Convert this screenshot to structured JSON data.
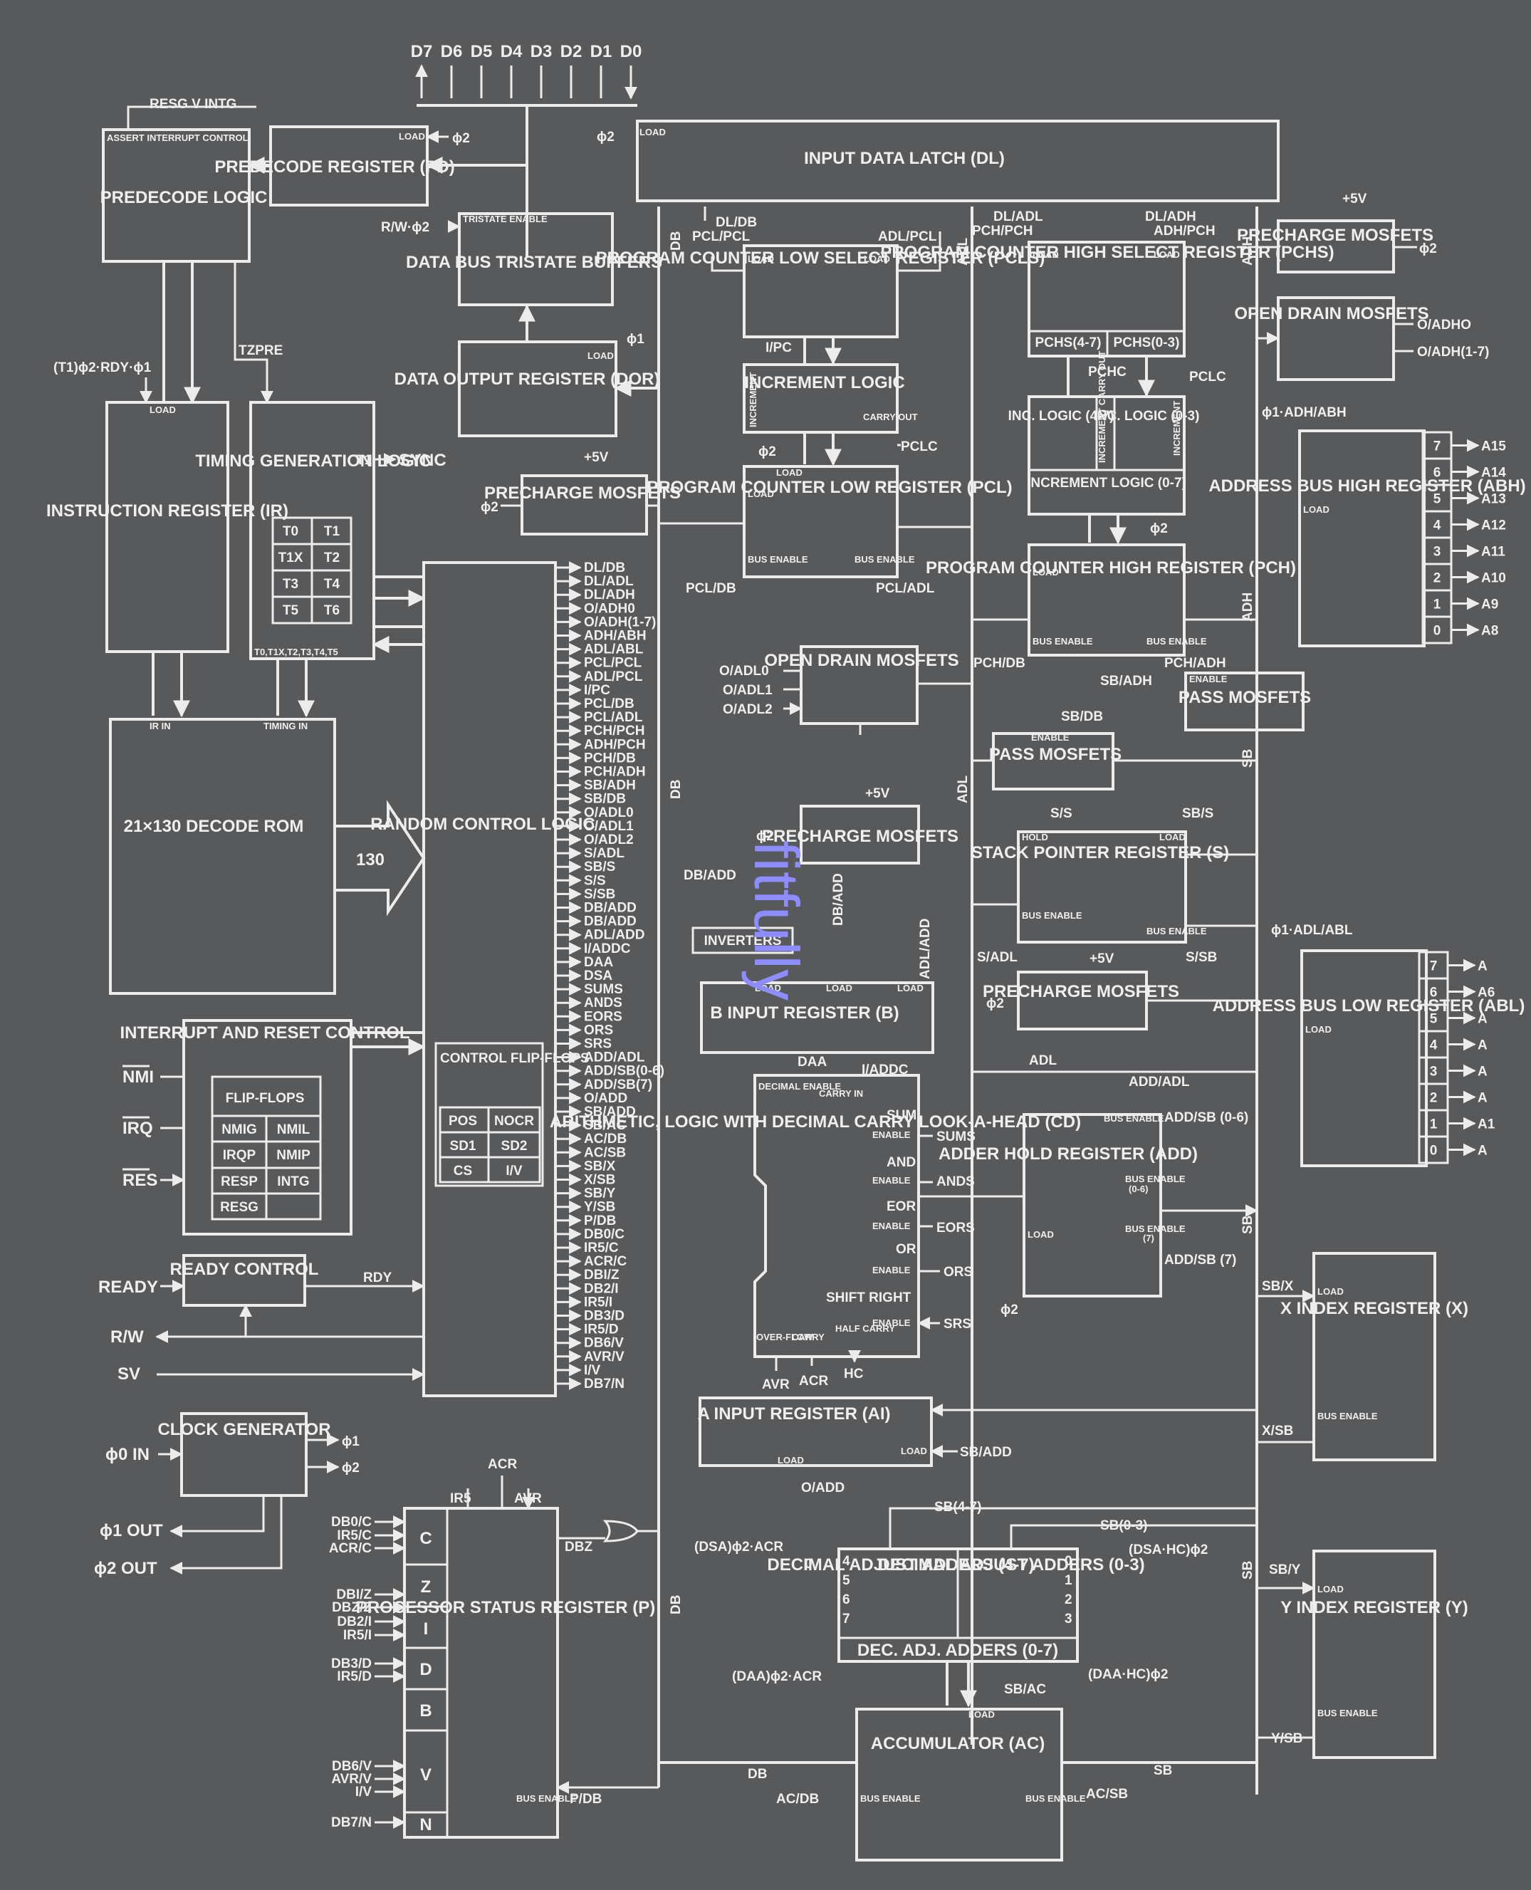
{
  "data_pins": [
    "D7",
    "D6",
    "D5",
    "D4",
    "D3",
    "D2",
    "D1",
    "D0"
  ],
  "top_signals": {
    "resg_intg": "RESG V INTG",
    "load": "LOAD",
    "phi2": "ϕ2"
  },
  "blocks": {
    "predecode_logic": {
      "label": "PREDECODE LOGIC",
      "sub": "ASSERT INTERRUPT CONTROL"
    },
    "predecode_register": {
      "label": "PREDECODE REGISTER (PD)"
    },
    "data_bus_tristate": {
      "label": "DATA BUS TRISTATE BUFFERS",
      "sub": "TRISTATE ENABLE"
    },
    "data_output_register": {
      "label": "DATA OUTPUT REGISTER (DOR)"
    },
    "input_data_latch": {
      "label": "INPUT DATA LATCH (DL)"
    },
    "instruction_register": {
      "label": "INSTRUCTION REGISTER (IR)"
    },
    "timing_generation": {
      "label": "TIMING GENERATION LOGIC",
      "cells": [
        "T0",
        "T1",
        "T1X",
        "T2",
        "T3",
        "T4",
        "T5",
        "T6"
      ],
      "foot": "T0,T1X,T2,T3,T4,T5"
    },
    "decode_rom": {
      "label": "21×130 DECODE ROM",
      "ir_in": "IR IN",
      "timing_in": "TIMING IN",
      "out": "130"
    },
    "random_control": {
      "label": "RANDOM CONTROL LOGIC"
    },
    "control_flipflops": {
      "label": "CONTROL FLIP-FLOPS",
      "cells": [
        "POS",
        "NOCR",
        "SD1",
        "SD2",
        "CS",
        "I/V"
      ]
    },
    "interrupt_reset": {
      "label": "INTERRUPT AND RESET CONTROL",
      "sub": "FLIP-FLOPS",
      "cells": [
        "NMIG",
        "NMIL",
        "IRQP",
        "NMIP",
        "RESP",
        "INTG",
        "RESG"
      ]
    },
    "ready_control": {
      "label": "READY CONTROL",
      "rdy": "RDY"
    },
    "clock_generator": {
      "label": "CLOCK GENERATOR"
    },
    "precharge_left": {
      "label": "PRECHARGE MOSFETS"
    },
    "pcls": {
      "label": "PROGRAM COUNTER LOW SELECT REGISTER (PCLS)"
    },
    "inc_low": {
      "label": "INCREMENT LOGIC",
      "side": "INCREMENT",
      "carry": "CARRY OUT"
    },
    "pcl": {
      "label": "PROGRAM COUNTER LOW REGISTER (PCL)"
    },
    "pchs": {
      "label": "PROGRAM COUNTER HIGH SELECT REGISTER (PCHS)",
      "left": "PCHS(4-7)",
      "right": "PCHS(0-3)"
    },
    "inc_high": {
      "a": "INC. LOGIC (4-7)",
      "b": "INC. LOGIC (0-3)",
      "mid": "INCREMENT CARRY OUT",
      "side": "INCREMENT",
      "full": "INCREMENT LOGIC (0-7)"
    },
    "pch": {
      "label": "PROGRAM COUNTER HIGH REGISTER (PCH)"
    },
    "precharge_tr": {
      "label": "PRECHARGE MOSFETS"
    },
    "open_drain_tr": {
      "label": "OPEN DRAIN MOSFETS"
    },
    "abh": {
      "label": "ADDRESS BUS HIGH REGISTER (ABH)",
      "bits": [
        "7",
        "6",
        "5",
        "4",
        "3",
        "2",
        "1",
        "0"
      ],
      "pins": [
        "A15",
        "A14",
        "A13",
        "A12",
        "A11",
        "A10",
        "A9",
        "A8"
      ]
    },
    "open_drain_mid": {
      "label": "OPEN DRAIN MOSFETS"
    },
    "pass_right": {
      "label": "PASS MOSFETS"
    },
    "pass_mid": {
      "label": "PASS MOSFETS"
    },
    "precharge_mid": {
      "label": "PRECHARGE MOSFETS"
    },
    "stack_pointer": {
      "label": "STACK POINTER REGISTER (S)"
    },
    "precharge_lower": {
      "label": "PRECHARGE MOSFETS"
    },
    "abl": {
      "label": "ADDRESS BUS LOW REGISTER (ABL)",
      "bits": [
        "7",
        "6",
        "5",
        "4",
        "3",
        "2",
        "1",
        "0"
      ],
      "pins": [
        "A",
        "A6",
        "A",
        "A",
        "A",
        "A",
        "A1",
        "A"
      ]
    },
    "inverters": {
      "label": "INVERTERS"
    },
    "b_input": {
      "label": "B INPUT REGISTER (B)"
    },
    "alu": {
      "label": "ARITHMETIC, LOGIC WITH DECIMAL CARRY LOOK-A-HEAD (CD)"
    },
    "adder_hold": {
      "label": "ADDER HOLD REGISTER (ADD)"
    },
    "x_index": {
      "label": "X INDEX REGISTER (X)"
    },
    "a_input": {
      "label": "A INPUT REGISTER (AI)"
    },
    "processor_status": {
      "label": "PROCESSOR STATUS REGISTER (P)",
      "flags": [
        "C",
        "Z",
        "I",
        "D",
        "B",
        "V",
        "N"
      ]
    },
    "decimal_adjust": {
      "left": "DECIMAL ADJUST ADDERS (4-7)",
      "right": "DECIMAL ADJUST ADDERS (0-3)",
      "bottom": "DEC. ADJ. ADDERS (0-7)"
    },
    "y_index": {
      "label": "Y INDEX REGISTER (Y)"
    },
    "accumulator": {
      "label": "ACCUMULATOR (AC)"
    }
  },
  "control_lines": [
    "DL/DB",
    "DL/ADL",
    "DL/ADH",
    "O/ADH0",
    "O/ADH(1-7)",
    "ADH/ABH",
    "ADL/ABL",
    "PCL/PCL",
    "ADL/PCL",
    "I/PC",
    "PCL/DB",
    "PCL/ADL",
    "PCH/PCH",
    "ADH/PCH",
    "PCH/DB",
    "PCH/ADH",
    "SB/ADH",
    "SB/DB",
    "O/ADL0",
    "O/ADL1",
    "O/ADL2",
    "S/ADL",
    "SB/S",
    "S/S",
    "S/SB",
    "DB/ADD",
    "DB/ADD",
    "ADL/ADD",
    "I/ADDC",
    "DAA",
    "DSA",
    "SUMS",
    "ANDS",
    "EORS",
    "ORS",
    "SRS",
    "ADD/ADL",
    "ADD/SB(0-6)",
    "ADD/SB(7)",
    "O/ADD",
    "SB/ADD",
    "SB/AC",
    "AC/DB",
    "AC/SB",
    "SB/X",
    "X/SB",
    "SB/Y",
    "Y/SB",
    "P/DB",
    "DB0/C",
    "IR5/C",
    "ACR/C",
    "DBI/Z",
    "DB2/I",
    "IR5/I",
    "DB3/D",
    "IR5/D",
    "DB6/V",
    "AVR/V",
    "I/V",
    "DB7/N"
  ],
  "external": {
    "nmi": "NMI",
    "irq": "IRQ",
    "res": "RES",
    "ready": "READY",
    "rw": "R/W",
    "sv": "SV",
    "phi0_in": "ϕ0 IN",
    "phi1_out": "ϕ1 OUT",
    "phi2_out": "ϕ2 OUT",
    "sync": "SYNC",
    "t1": "T1"
  },
  "labels": {
    "tzpre": "TZPRE",
    "t1_rdy": "(T1)ϕ2·RDY·ϕ1",
    "rw_phi2": "R/W·ϕ2",
    "phi1": "ϕ1",
    "phi2": "ϕ2",
    "plus5v": "+5V",
    "db": "DB",
    "adl": "ADL",
    "adh": "ADH",
    "sb": "SB",
    "bus_enable": "BUS ENABLE",
    "load": "LOAD",
    "hold": "HOLD",
    "enable": "ENABLE",
    "pchc": "PCHC",
    "pclc": "PCLC",
    "carry_in": "CARRY IN",
    "decimal_enable": "DECIMAL ENABLE",
    "avr": "AVR",
    "acr": "ACR",
    "hc": "HC",
    "ir5": "IR5",
    "dbz": "DBZ",
    "phi1_adh_abh": "ϕ1·ADH/ABH",
    "phi1_adl_abl": "ϕ1·ADL/ABL",
    "o_adh0": "O/ADHO",
    "o_adh17": "O/ADH(1-7)",
    "sb47": "SB(4-7)",
    "sb03": "SB(0-3)",
    "dsa_acr": "(DSA)ϕ2·ACR",
    "dsa_hc": "(DSA·HC)ϕ2",
    "daa_acr": "(DAA)ϕ2·ACR",
    "daa_hc": "(DAA·HC)ϕ2",
    "pchs_load": "LOAD",
    "dl_db": "DL/DB",
    "dl_adl": "DL/ADL",
    "dl_adh": "DL/ADH",
    "pcl_pcl": "PCL/PCL",
    "adl_pcl": "ADL/PCL",
    "pch_pch": "PCH/PCH",
    "adh_pch": "ADH/PCH",
    "i_pc": "I/PC",
    "pcl_db": "PCL/DB",
    "pcl_adl": "PCL/ADL",
    "pch_db": "PCH/DB",
    "pch_adh": "PCH/ADH",
    "sb_adh": "SB/ADH",
    "sb_db": "SB/DB",
    "s_s": "S/S",
    "sb_s": "SB/S",
    "s_adl": "S/ADL",
    "s_sb": "S/SB",
    "o_adl0": "O/ADL0",
    "o_adl1": "O/ADL1",
    "o_adl2": "O/ADL2",
    "db_add": "DB/ADD",
    "db_add2": "DB/ADD",
    "adl_add": "ADL/ADD",
    "i_addc": "I/ADDC",
    "daa": "DAA",
    "sums": "SUMS",
    "ands": "ANDS",
    "eors": "EORS",
    "ors": "ORS",
    "srs": "SRS",
    "sum": "SUM",
    "and": "AND",
    "eor": "EOR",
    "or": "OR",
    "shift_right": "SHIFT RIGHT",
    "overflow": "OVER-FLOW",
    "carry": "CARRY",
    "half_carry": "HALF CARRY",
    "add_adl": "ADD/ADL",
    "add_sb06": "ADD/SB (0-6)",
    "add_sb7": "ADD/SB (7)",
    "bus_06": "(0-6)",
    "bus_7": "(7)",
    "sb_add": "SB/ADD",
    "o_add": "O/ADD",
    "sb_x": "SB/X",
    "x_sb": "X/SB",
    "sb_y": "SB/Y",
    "y_sb": "Y/SB",
    "sb_ac": "SB/AC",
    "ac_db": "AC/DB",
    "ac_sb": "AC/SB",
    "p_db": "P/DB",
    "ps_in": [
      "DB0/C",
      "IR5/C",
      "ACR/C",
      "DBI/Z",
      "DBZ/Z",
      "DB2/I",
      "IR5/I",
      "DB3/D",
      "IR5/D",
      "DB6/V",
      "AVR/V",
      "I/V",
      "DB7/N"
    ],
    "dec_bits_l": [
      "4",
      "5",
      "6",
      "7"
    ],
    "dec_bits_r": [
      "0",
      "1",
      "2",
      "3"
    ],
    "zero": "0"
  },
  "watermark": "fitfully"
}
